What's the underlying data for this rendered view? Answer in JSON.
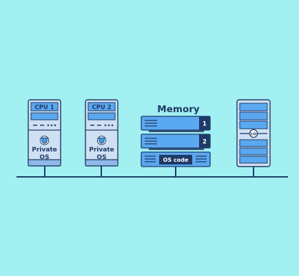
{
  "colors": {
    "background": "#a2f0f2",
    "navy": "#1e3a66",
    "case_fill": "#cfe0f2",
    "case_bottom": "#8fb8e8",
    "drive_blue": "#5aa8f0",
    "shield": "#3b9be0"
  },
  "cpu1": {
    "label": "CPU 1",
    "os_line1": "Private",
    "os_line2": "OS",
    "icon": "shield-icon"
  },
  "cpu2": {
    "label": "CPU 2",
    "os_line1": "Private",
    "os_line2": "OS",
    "icon": "shield-icon"
  },
  "memory": {
    "title": "Memory",
    "slots": [
      {
        "number": "1"
      },
      {
        "number": "2"
      }
    ],
    "os_code_label": "OS code"
  },
  "io": {
    "label": "I/O"
  }
}
